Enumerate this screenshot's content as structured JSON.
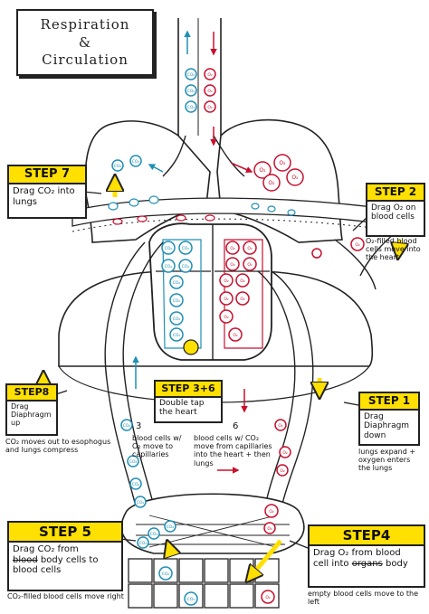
{
  "title": {
    "line1": "Respiration",
    "line2": "&",
    "line3": "Circulation"
  },
  "steps": {
    "step7": {
      "label": "STEP 7",
      "text": "Drag CO₂ into lungs"
    },
    "step2": {
      "label": "STEP 2",
      "text": "Drag O₂ on blood cells"
    },
    "step8": {
      "label": "STEP8",
      "text": "Drag Diaphragm up"
    },
    "step36": {
      "label": "STEP 3+6",
      "text": "Double tap the heart"
    },
    "step1": {
      "label": "STEP 1",
      "text": "Drag Diaphragm down"
    },
    "step5": {
      "label": "STEP 5",
      "text_a": "Drag CO₂ from",
      "text_struck_a": "blood",
      "text_b": "body",
      "text_c": "cells to",
      "text_d": "blood cells"
    },
    "step4": {
      "label": "STEP4",
      "text_a": "Drag O₂ from blood",
      "text_b": "cell into",
      "text_struck": "organs",
      "text_c": "body"
    }
  },
  "notes": {
    "o2_filled": "O₂-filled blood cells move into the heart",
    "co2_out": "CO₂ moves out to esophogus and lungs compress",
    "lungs_expand": "lungs expand + oxygen enters the lungs",
    "note3_num": "3",
    "note3": "blood cells w/ O₂ move to capillaries",
    "note6_num": "6",
    "note6": "blood cells w/ CO₂ move from capillaries into the heart + then lungs",
    "co2_filled": "CO₂-filled blood cells move right",
    "empty_left": "empty blood cells move to the left"
  },
  "cell_labels": {
    "co2": "CO₂",
    "o2": "O₂"
  },
  "colors": {
    "accent": "#ffe000",
    "blood_red": "#c8102e",
    "co2_blue": "#1f8fb5",
    "ink": "#222222"
  }
}
